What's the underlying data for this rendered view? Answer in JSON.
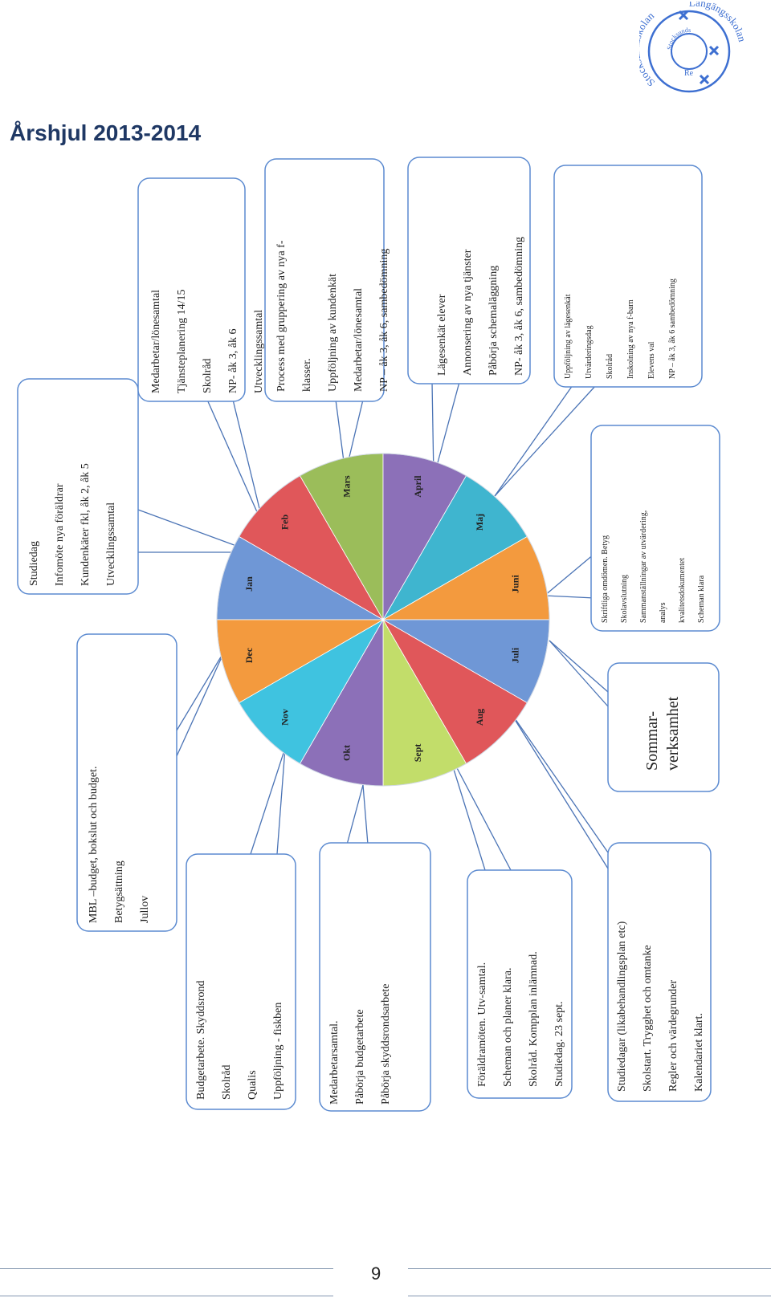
{
  "header": {
    "title": "Årshjul 2013-2014",
    "logo_text_left": "Stocksundsskolan",
    "logo_text_right": "Långängsskolan",
    "logo_inner_text": "Stocksunds",
    "logo_center": "Re"
  },
  "wheel": {
    "segments": [
      {
        "label": "Jan",
        "color": "#6f97d6"
      },
      {
        "label": "Feb",
        "color": "#e0575a"
      },
      {
        "label": "Mars",
        "color": "#9bbd5a"
      },
      {
        "label": "April",
        "color": "#8c70b8"
      },
      {
        "label": "Maj",
        "color": "#3fb5cf"
      },
      {
        "label": "Juni",
        "color": "#f39a3e"
      },
      {
        "label": "Juli",
        "color": "#6f97d6"
      },
      {
        "label": "Aug",
        "color": "#e0575a"
      },
      {
        "label": "Sept",
        "color": "#c2dd6a"
      },
      {
        "label": "Okt",
        "color": "#8c70b8"
      },
      {
        "label": "Nov",
        "color": "#3fc3e0"
      },
      {
        "label": "Dec",
        "color": "#f39a3e"
      }
    ]
  },
  "callouts": {
    "jan": [
      "Studiedag",
      "Infomöte nya föräldrar",
      "Kundenkäter fkl, åk 2, åk 5",
      "Utvecklingssamtal"
    ],
    "feb": [
      "Medarbetar/lönesamtal",
      "Tjänsteplanering 14/15",
      "Skolråd",
      "NP- åk 3, åk 6",
      "Utvecklingssamtal"
    ],
    "mars": [
      "Process med gruppering av nya f-",
      "klasser.",
      "Uppföljning av kundenkät",
      "Medarbetar/lönesamtal",
      "NP – åk 3, åk 6, sambedömning"
    ],
    "april": [
      "Lägesenkät elever",
      "Annonsering av nya tjänster",
      "Påbörja schemaläggning",
      "NP- åk 3, åk 6, sambedömning"
    ],
    "maj": [
      "Uppföljning av lägesenkät",
      "Utvärderingsdag",
      "Skolråd",
      "Inskolning av nya f-barn",
      "Elevens val",
      "NP – åk 3, åk 6 sambedömning"
    ],
    "juni": [
      "Skriftliga omdömen. Betyg",
      "Skolavslutning",
      "Sammanställningar av utvärdering,",
      "analys",
      "kvalitetsdokumentet",
      "Scheman klara"
    ],
    "juli": [
      "Sommar-",
      "verksamhet"
    ],
    "aug": [
      "Studiedagar (likabehandlingsplan etc)",
      "Skolstart. Trygghet och omtanke",
      "Regler och värdegrunder",
      "Kalendariet klart."
    ],
    "sept": [
      "Föräldramöten. Utv-samtal.",
      "Scheman och planer klara.",
      "Skolråd. Kompplan inlämnad.",
      "Studiedag. 23 sept."
    ],
    "okt": [
      "Medarbetarsamtal.",
      "Påbörja budgetarbete",
      "Påbörja skyddsrondsarbete"
    ],
    "nov": [
      "Budgetarbete. Skyddsrond",
      "Skolråd",
      "Qualis",
      "Uppföljning - fiskben"
    ],
    "dec": [
      "MBL –budget, bokslut och budget.",
      "Betygsättning",
      "Jullov"
    ]
  },
  "footer": {
    "page_number": "9"
  }
}
